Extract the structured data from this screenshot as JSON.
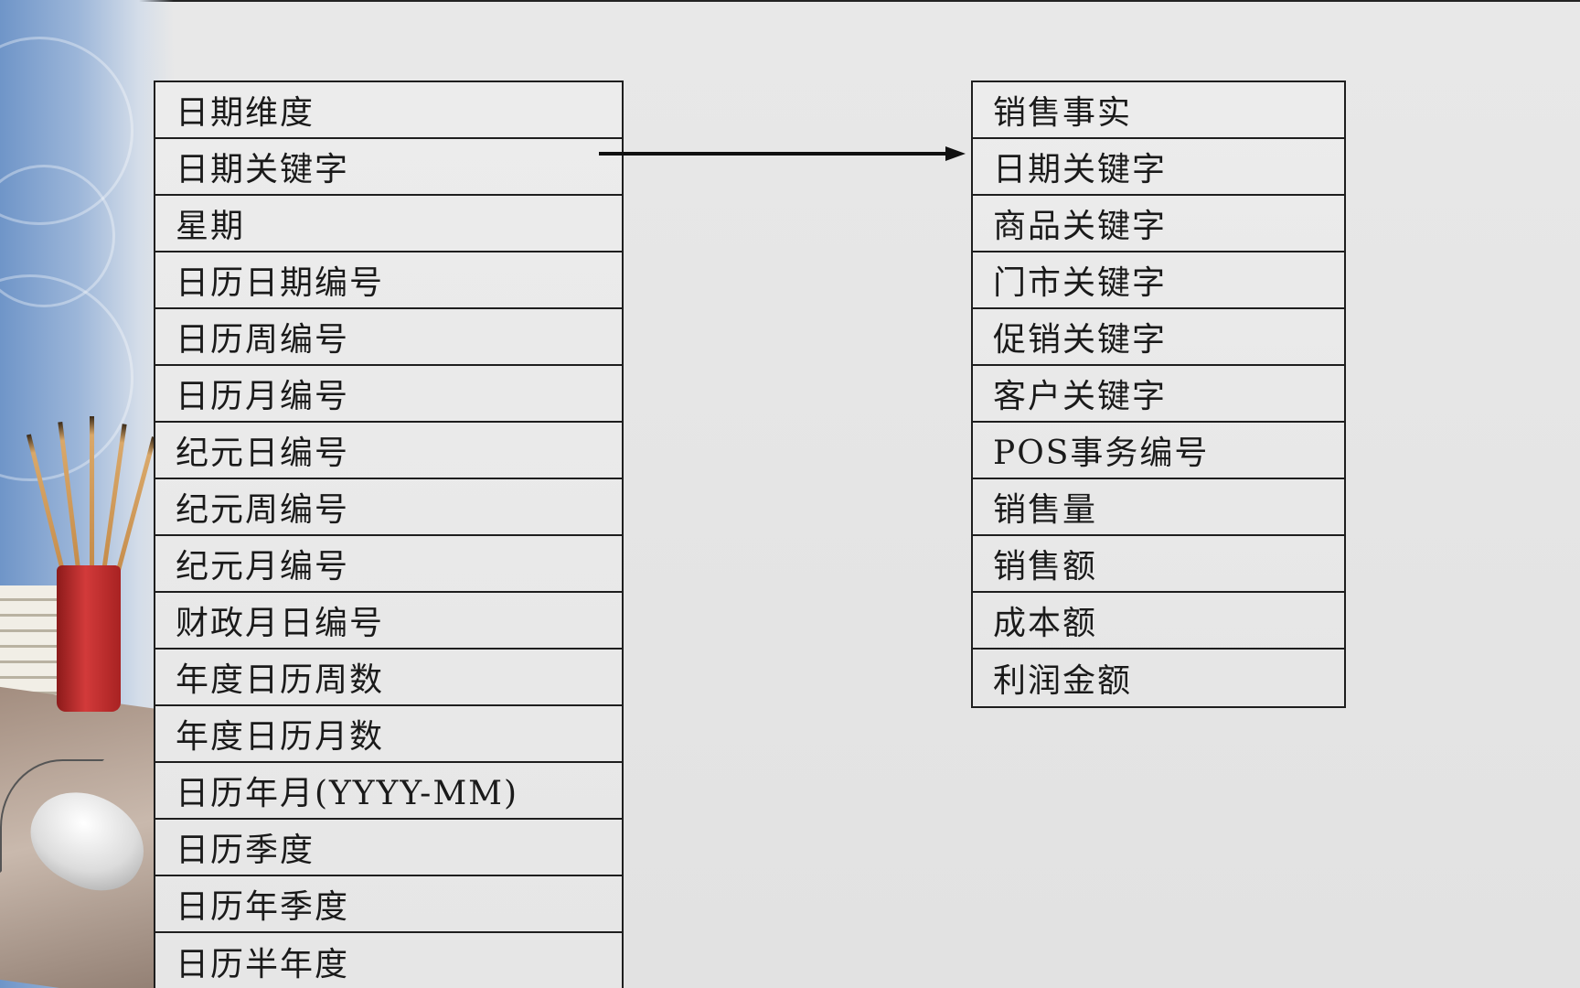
{
  "left_table": {
    "rows": [
      "日期维度",
      "日期关键字",
      "星期",
      "日历日期编号",
      "日历周编号",
      "日历月编号",
      "纪元日编号",
      "纪元周编号",
      "纪元月编号",
      "财政月日编号",
      "年度日历周数",
      "年度日历月数",
      "日历年月(YYYY-MM)",
      "日历季度",
      "日历年季度",
      "日历半年度"
    ]
  },
  "right_table": {
    "rows": [
      "销售事实",
      "日期关键字",
      "商品关键字",
      "门市关键字",
      "促销关键字",
      "客户关键字",
      "POS事务编号",
      "销售量",
      "销售额",
      "成本额",
      "利润金额"
    ]
  },
  "colors": {
    "border": "#1e1e1e",
    "text": "#1a1a1a",
    "background": "#e4e4e4",
    "arrow": "#111111"
  }
}
